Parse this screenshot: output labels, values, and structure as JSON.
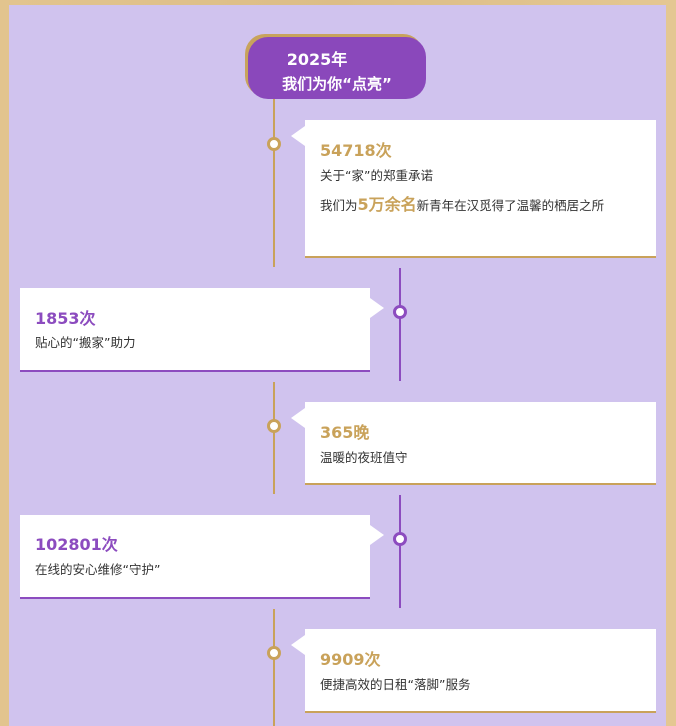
{
  "header": {
    "year": "2025年",
    "subtitle": "我们为你“点亮”"
  },
  "colors": {
    "gold": "#c9a25a",
    "purple": "#8c4cbf",
    "panel": "#d0c3ee",
    "frame": "#dcbd86"
  },
  "items": [
    {
      "number": "54718次",
      "desc": "关于“家”的郑重承诺",
      "extra": {
        "prefix": "我们为",
        "highlight": "5万余名",
        "suffix": "新青年在汉觅得了温馨的栖居之所"
      },
      "side": "right",
      "color": "gold"
    },
    {
      "number": "1853次",
      "desc": "贴心的“搬家”助力",
      "side": "left",
      "color": "purple"
    },
    {
      "number": "365晚",
      "desc": "温暖的夜班值守",
      "side": "right",
      "color": "gold"
    },
    {
      "number": "102801次",
      "desc": "在线的安心维修“守护”",
      "side": "left",
      "color": "purple"
    },
    {
      "number": "9909次",
      "desc": "便捷高效的日租“落脚”服务",
      "side": "right",
      "color": "gold"
    }
  ]
}
